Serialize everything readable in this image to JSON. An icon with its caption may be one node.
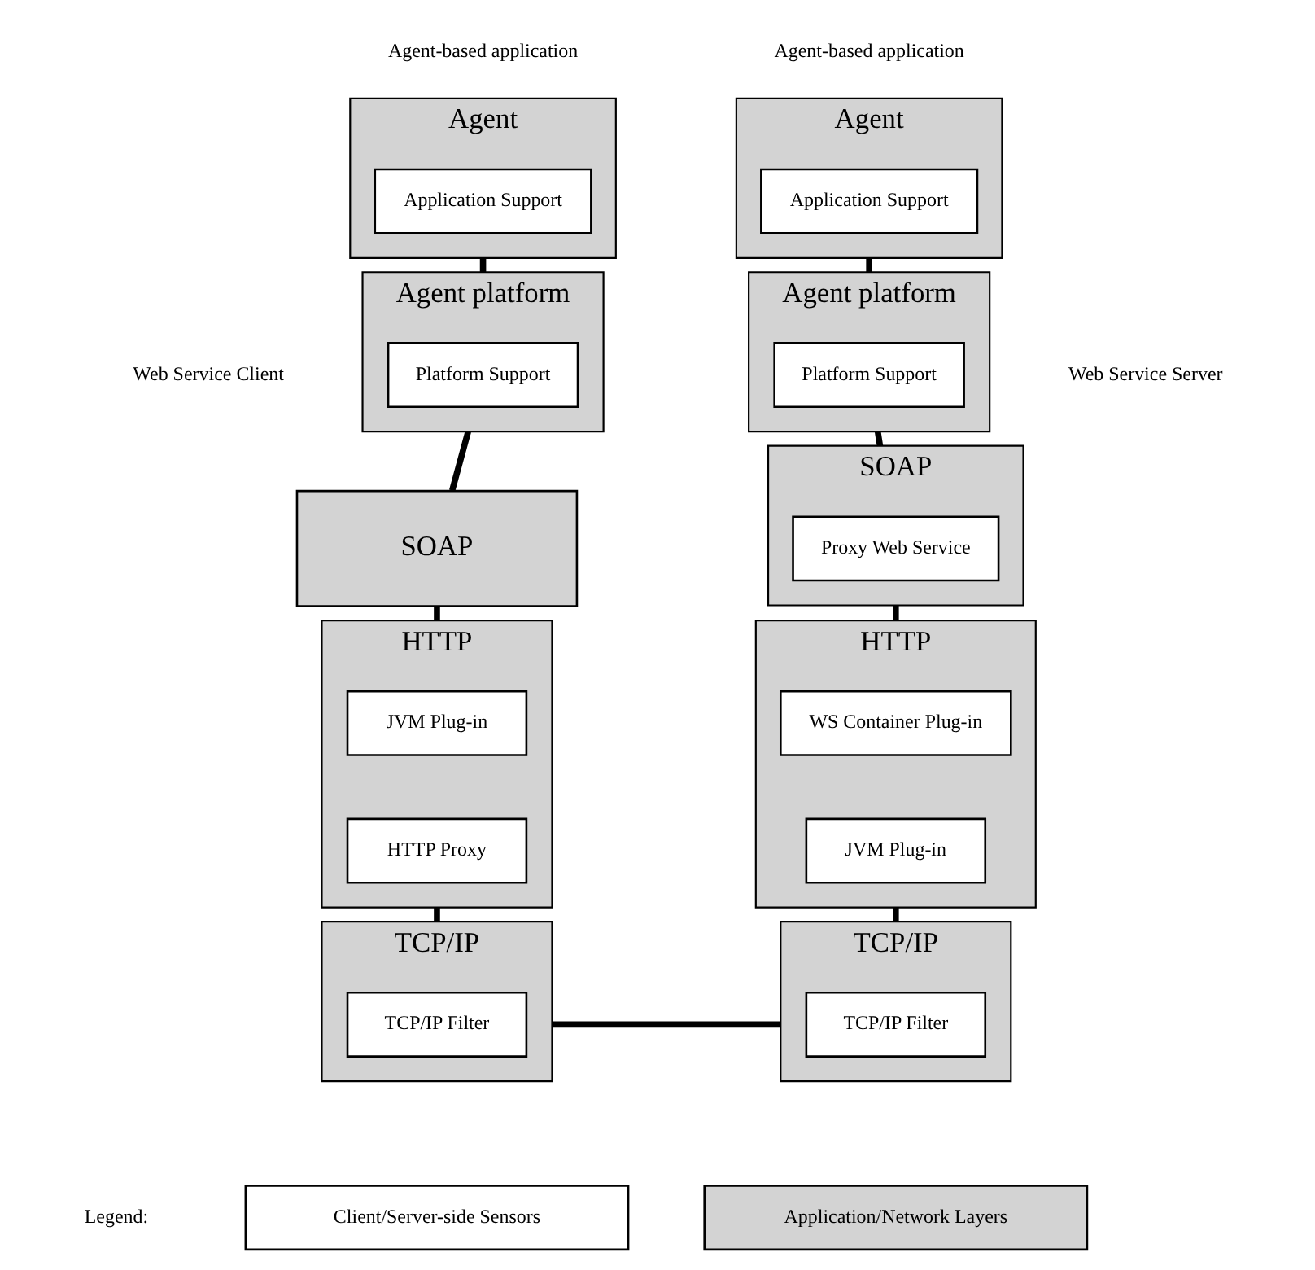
{
  "diagram": {
    "nodes": [
      {
        "text": [
          "Agent"
        ]
      },
      {
        "text": [
          "Application Support"
        ],
        "in": 0
      },
      {
        "text": [
          "Agent"
        ]
      },
      {
        "text": [
          "Application Support"
        ],
        "in": 2
      },
      {
        "text": [
          "Agent platform"
        ]
      },
      {
        "text": [
          "Platform Support"
        ],
        "in": 4
      },
      {
        "text": [
          "Agent platform"
        ]
      },
      {
        "text": [
          "Platform Support"
        ],
        "in": 6
      },
      {
        "text": [
          "SOAP"
        ]
      },
      {
        "text": [
          "SOAP"
        ]
      },
      {
        "text": [
          "Proxy Web Service"
        ],
        "in": 9
      },
      {
        "text": [
          "HTTP"
        ]
      },
      {
        "text": [
          "JVM Plug-in"
        ],
        "in": 11
      },
      {
        "text": [
          "HTTP Proxy"
        ],
        "in": 11
      },
      {
        "text": [
          "HTTP"
        ]
      },
      {
        "text": [
          "WS Container Plug-in"
        ],
        "in": 14
      },
      {
        "text": [
          "JVM Plug-in"
        ],
        "in": 14
      },
      {
        "text": [
          "TCP/IP"
        ]
      },
      {
        "text": [
          "TCP/IP Filter"
        ],
        "in": 17
      },
      {
        "text": [
          "TCP/IP"
        ]
      },
      {
        "text": [
          "TCP/IP Filter"
        ],
        "in": 19
      }
    ],
    "edges": [
      {
        "from": 0,
        "to": 4,
        "arrow": "none"
      },
      {
        "from": 2,
        "to": 6,
        "arrow": "none"
      },
      {
        "from": 4,
        "to": 8,
        "arrow": "none"
      },
      {
        "from": 6,
        "to": 9,
        "arrow": "none"
      },
      {
        "from": 8,
        "to": 11,
        "arrow": "none"
      },
      {
        "from": 9,
        "to": 14,
        "arrow": "none"
      },
      {
        "from": 11,
        "to": 17,
        "arrow": "none"
      },
      {
        "from": 14,
        "to": 19,
        "arrow": "none"
      },
      {
        "from": 17,
        "to": 19,
        "arrow": "none"
      }
    ],
    "labels": [
      "Agent-based application",
      "Agent-based application",
      "Web Service Client",
      "Web Service Server",
      "Legend:"
    ],
    "legend": [
      {
        "text": "Client/Server-side Sensors",
        "color": "#ffffff"
      },
      {
        "text": "Application/Network Layers",
        "color": "#d3d3d3"
      }
    ]
  }
}
